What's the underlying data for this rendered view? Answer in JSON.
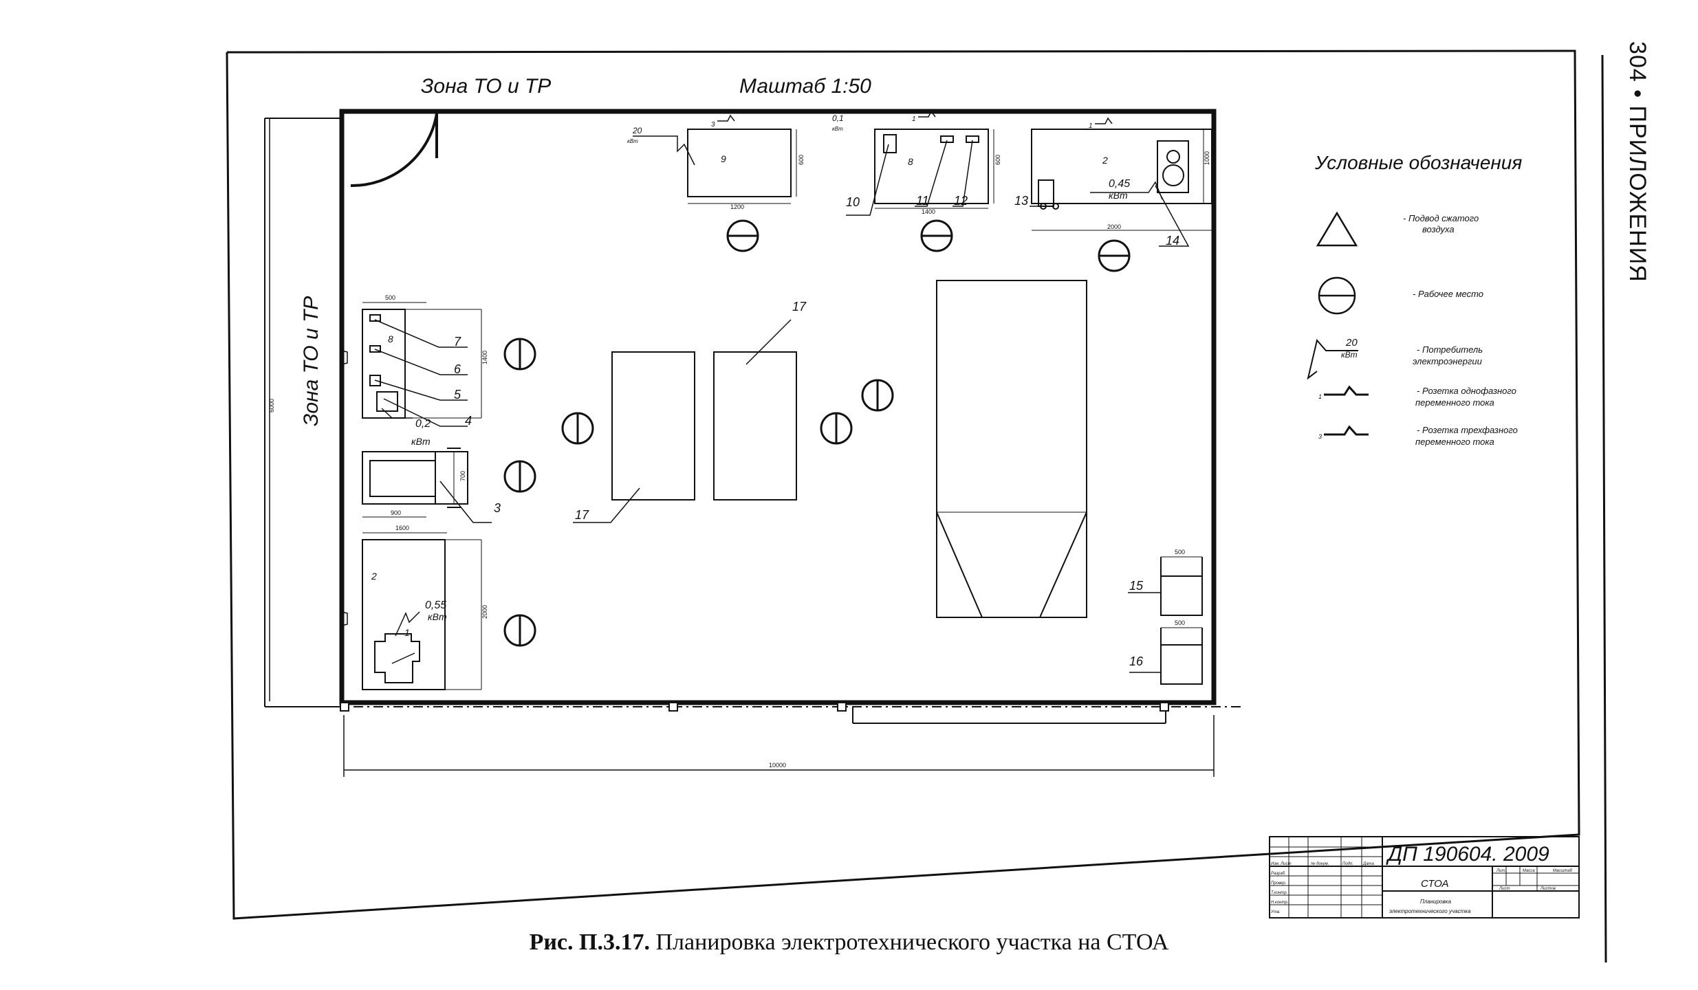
{
  "page": {
    "number_and_section": "304 • ПРИЛОЖЕНИЯ",
    "caption_label": "Рис. П.3.17.",
    "caption_text": " Планировка электротехнического участка на СТОА"
  },
  "drawing": {
    "zone_top": "Зона ТО и ТР",
    "scale": "Маштаб 1:50",
    "zone_left": "Зона ТО и ТР",
    "dimensions": {
      "left_wall": "6000",
      "bottom_wall": "10000",
      "bench9_width": "1200",
      "bench9_height": "600",
      "bench8_width": "1400",
      "bench8_height": "600",
      "bench2_width": "2000",
      "bench2_height": "1000",
      "bench_left_width": "500",
      "bench_left_height": "1400",
      "sink_width": "900",
      "sink_height": "700",
      "desk_width": "1600",
      "desk_height": "2000",
      "cab15_width": "500",
      "cab16_width": "500"
    },
    "labels": {
      "n1": "1",
      "n2a": "2",
      "n2b": "2",
      "n3": "3",
      "n4": "4",
      "n5": "5",
      "n6": "6",
      "n7": "7",
      "n8a": "8",
      "n8b": "8",
      "n9": "9",
      "n10": "10",
      "n11": "11",
      "n12": "12",
      "n13": "13",
      "n14": "14",
      "n15": "15",
      "n16": "16",
      "n17a": "17",
      "n17b": "17"
    },
    "power": {
      "p_top_val": "20",
      "p_top_unit": "кВт",
      "p_mid_val": "0,1",
      "p_mid_unit": "кВт",
      "p_right_val": "0,45",
      "p_right_unit": "кВт",
      "p_left_val": "0,2",
      "p_left_unit": "кВт",
      "p_desk_val": "0,55",
      "p_desk_unit": "кВт"
    },
    "socket_marks": {
      "s3": "3",
      "s1a": "1",
      "s1b": "1"
    }
  },
  "legend": {
    "title": "Условные обозначения",
    "items": [
      {
        "icon": "triangle-icon",
        "text1": "- Подвод сжатого",
        "text2": "воздуха"
      },
      {
        "icon": "workplace-icon",
        "text1": "- Рабочее место",
        "text2": ""
      },
      {
        "icon": "power-consumer-icon",
        "val": "20",
        "unit": "кВт",
        "text1": "- Потребитель",
        "text2": "электроэнергии"
      },
      {
        "icon": "single-phase-socket-icon",
        "mark": "1",
        "text1": "- Розетка однофазного",
        "text2": "переменного тока"
      },
      {
        "icon": "three-phase-socket-icon",
        "mark": "3",
        "text1": "- Розетка трехфазного",
        "text2": "переменного тока"
      }
    ]
  },
  "title_block": {
    "doc_code": "ДП 190604. 2009",
    "object": "СТОА",
    "sheet_title_1": "Планировка",
    "sheet_title_2": "электротехнического участка",
    "col_lit": "Лит.",
    "col_mass": "Масса",
    "col_scale": "Масштаб",
    "row_sheet": "Лист",
    "row_sheets": "Листов",
    "h_izm": "Изм.",
    "h_list": "Лист",
    "h_doc": "№ докум.",
    "h_sign": "Подп.",
    "h_date": "Дата",
    "r_dev": "Разраб.",
    "r_check": "Провер.",
    "r_tcontr": "Т.контр.",
    "r_ncontr": "Н.контр.",
    "r_appr": "Утв."
  }
}
